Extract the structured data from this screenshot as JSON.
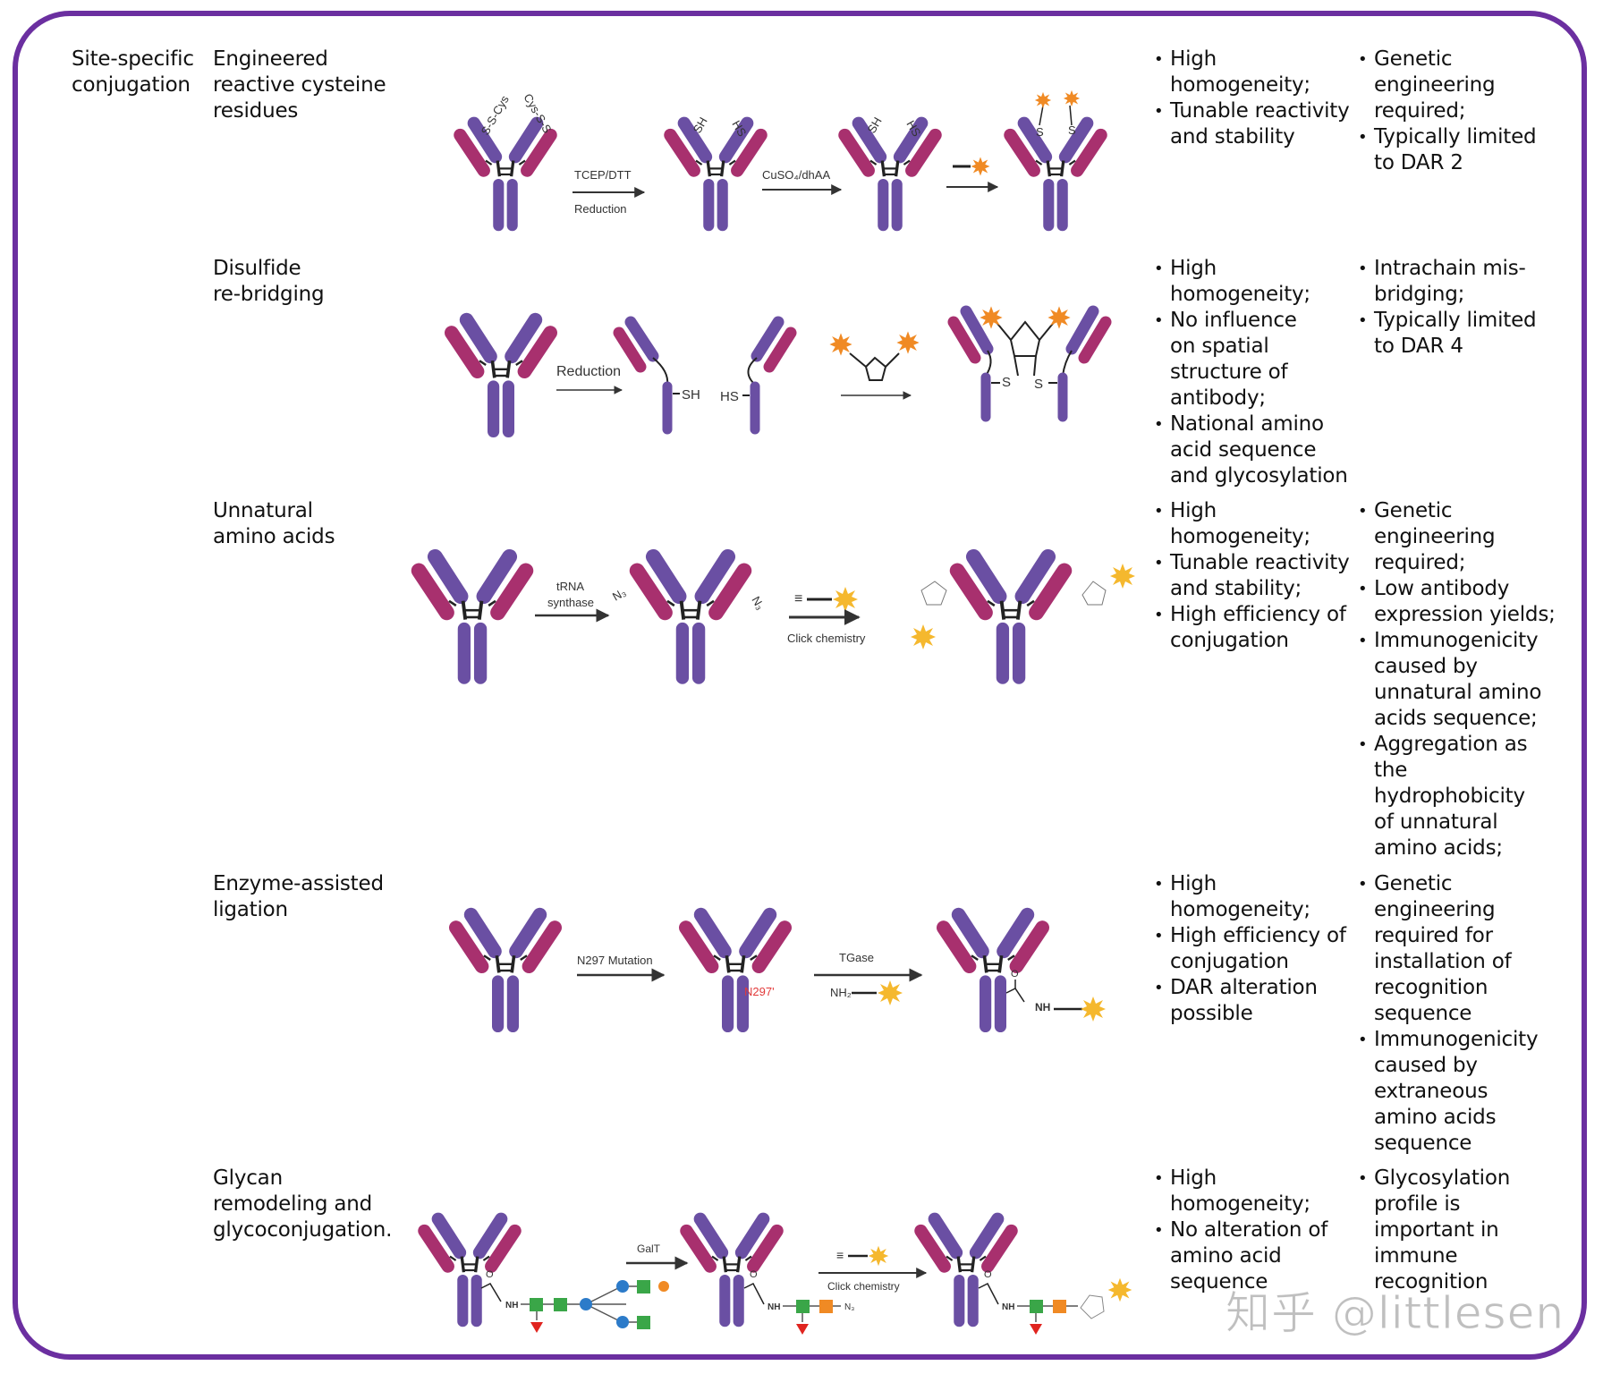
{
  "figure": {
    "category": "Site-specific conjugation",
    "colors": {
      "border": "#6b2fa0",
      "heavy_chain": "#6a4fa3",
      "light_chain": "#a8306e",
      "payload_orange": "#f08a24",
      "payload_yellow": "#f5b82e",
      "glycan_green": "#3aa648",
      "glycan_blue": "#2c7bc9",
      "glycan_orange": "#f08a24",
      "fucose_red": "#e0241f",
      "mutation_red": "#e23a3a"
    },
    "rows": [
      {
        "method": [
          "Engineered",
          "reactive cysteine",
          "residues"
        ],
        "scheme_labels": {
          "left_arm_tag": "S-S-Cys",
          "right_arm_tag": "Cys-S-S",
          "thiol": "SH",
          "thiol_rev": "HS",
          "step1_top": "TCEP/DTT",
          "step1_bottom": "Reduction",
          "step2_top": "CuSO₄/dhAA",
          "sulfur": "S"
        },
        "advantages": [
          "High",
          "homogeneity;",
          "Tunable reactivity",
          "and stability"
        ],
        "advantages_items": [
          [
            "High homogeneity;"
          ],
          [
            "Tunable reactivity and stability"
          ]
        ],
        "disadvantages_items": [
          [
            "Genetic engineering required;"
          ],
          [
            "Typically limited to DAR 2"
          ]
        ]
      },
      {
        "method": [
          "Disulfide",
          "re-bridging"
        ],
        "scheme_labels": {
          "step1_top": "Reduction",
          "thiol_right": "SH",
          "thiol_left": "HS",
          "sulfur": "S"
        },
        "advantages_items": [
          [
            "High homogeneity;"
          ],
          [
            "No influence on spatial structure of antibody;"
          ],
          [
            "National amino acid sequence and glycosylation"
          ]
        ],
        "disadvantages_items": [
          [
            "Intrachain mis-bridging;"
          ],
          [
            "Typically limited to DAR 4"
          ]
        ]
      },
      {
        "method": [
          "Unnatural",
          "amino acids"
        ],
        "scheme_labels": {
          "step1_top": "tRNA",
          "step1_bottom": "synthase",
          "azide": "N₃",
          "step2_bottom": "Click chemistry",
          "alkyne": "≡"
        },
        "advantages_items": [
          [
            "High homogeneity;"
          ],
          [
            "Tunable reactivity and stability;"
          ],
          [
            "High efficiency of conjugation"
          ]
        ],
        "disadvantages_items": [
          [
            "Genetic engineering required;"
          ],
          [
            "Low antibody expression yields;"
          ],
          [
            "Immunogenicity caused by unnatural amino acids sequence;"
          ],
          [
            "Aggregation as the hydrophobicity of unnatural amino acids;"
          ]
        ]
      },
      {
        "method": [
          "Enzyme-assisted",
          "ligation"
        ],
        "scheme_labels": {
          "step1_top": "N297 Mutation",
          "mutation": "N297'",
          "step2_top": "TGase",
          "amine": "NH₂",
          "amide_nh": "NH",
          "carbonyl_o": "O"
        },
        "advantages_items": [
          [
            "High homogeneity;"
          ],
          [
            "High efficiency of conjugation"
          ],
          [
            "DAR alteration possible"
          ]
        ],
        "disadvantages_items": [
          [
            "Genetic engineering required for installation of recognition sequence"
          ],
          [
            "Immunogenicity caused by extraneous amino acids sequence"
          ]
        ]
      },
      {
        "method": [
          "Glycan",
          "remodeling and",
          "glycoconjugation."
        ],
        "scheme_labels": {
          "step1_top": "GalT",
          "step2_bottom": "Click chemistry",
          "amide_nh": "NH",
          "carbonyl_o": "O",
          "azide": "N₃",
          "alkyne": "≡"
        },
        "advantages_items": [
          [
            "High homogeneity;"
          ],
          [
            "No alteration of amino acid sequence"
          ]
        ],
        "disadvantages_items": [
          [
            "Glycosylation profile is important in immune recognition"
          ]
        ]
      }
    ],
    "advantages_lines": [
      [
        "High",
        "homogeneity;",
        "Tunable reactivity",
        "and stability"
      ],
      [
        "High",
        "homogeneity;",
        "No influence",
        "on spatial",
        "structure of",
        "antibody;",
        "National amino",
        "acid sequence",
        "and glycosylation"
      ],
      [
        "High",
        "homogeneity;",
        "Tunable reactivity",
        "and stability;",
        "High efficiency of",
        "conjugation"
      ],
      [
        "High",
        "homogeneity;",
        "High efficiency of",
        "conjugation",
        "DAR alteration",
        "possible"
      ],
      [
        "High",
        "homogeneity;",
        "No alteration of",
        "amino acid",
        "sequence"
      ]
    ],
    "disadvantages_lines": [
      [
        "Genetic",
        "engineering",
        "required;",
        "Typically limited",
        "to DAR 2"
      ],
      [
        "Intrachain mis-",
        "bridging;",
        "Typically limited",
        "to DAR 4"
      ],
      [
        "Genetic",
        "engineering",
        "required;",
        "Low antibody",
        "expression yields;",
        "Immunogenicity",
        "caused by",
        "unnatural amino",
        "acids sequence;",
        "Aggregation as",
        "the",
        "hydrophobicity",
        "of unnatural",
        "amino acids;"
      ],
      [
        "Genetic",
        "engineering",
        "required for",
        "installation of",
        "recognition",
        "sequence",
        "Immunogenicity",
        "caused by",
        "extraneous",
        "amino acids",
        "sequence"
      ],
      [
        "Glycosylation",
        "profile is",
        "important in",
        "immune",
        "recognition"
      ]
    ],
    "watermark": "知乎 @littlesen"
  }
}
